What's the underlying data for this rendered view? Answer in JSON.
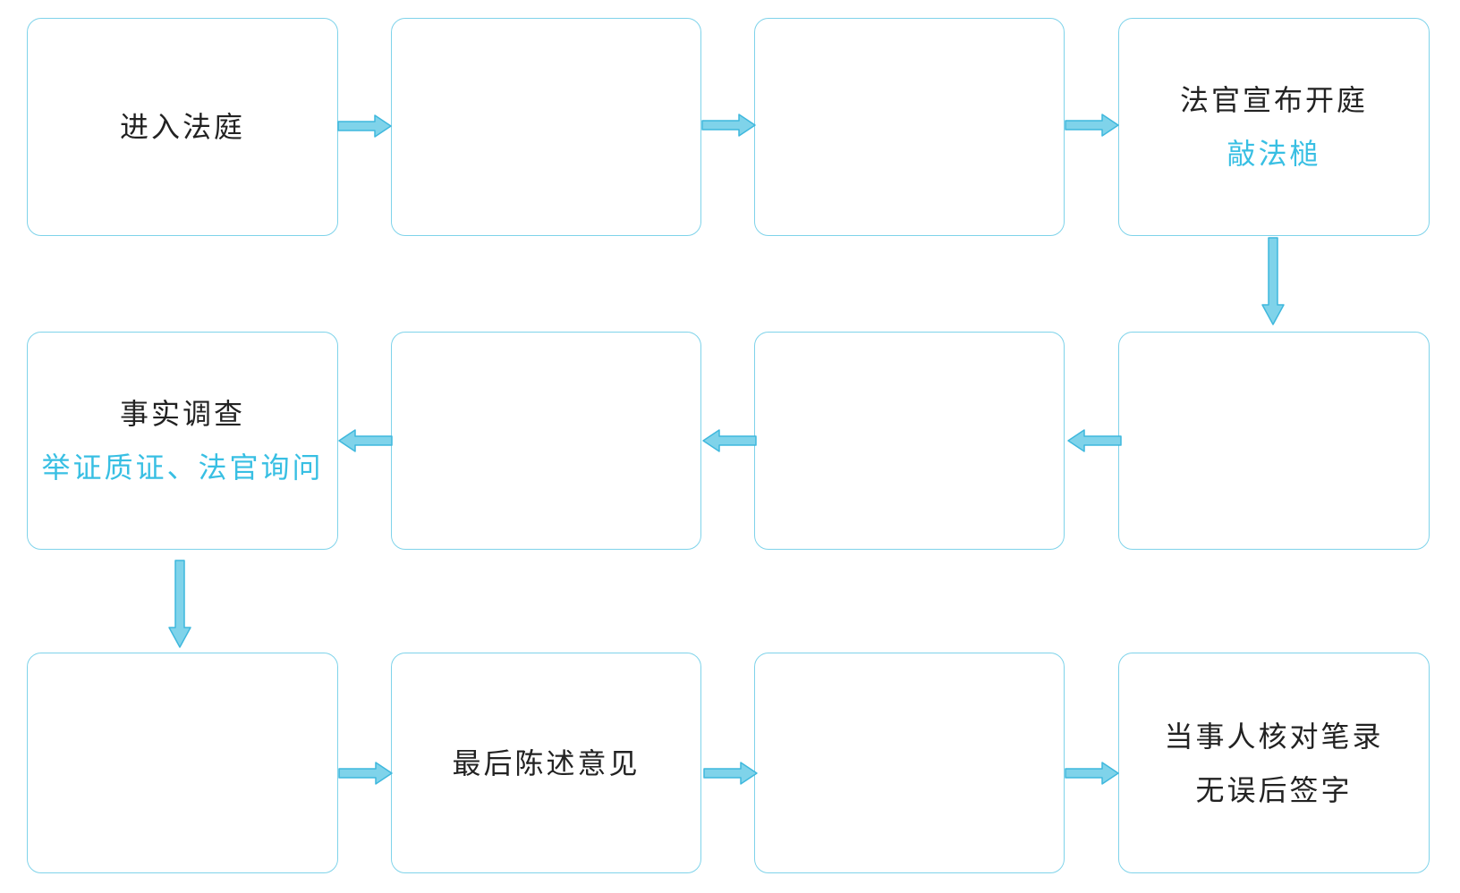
{
  "colors": {
    "box_border": "#7fd3ea",
    "arrow_fill": "#7fd3ea",
    "arrow_stroke": "#3fb8dd",
    "subtitle_text": "#38bfe3",
    "main_text": "#222222"
  },
  "steps": [
    {
      "main": "进入法庭",
      "sub": ""
    },
    {
      "main": "",
      "sub": ""
    },
    {
      "main": "",
      "sub": ""
    },
    {
      "main": "法官宣布开庭",
      "sub": "敲法槌"
    },
    {
      "main": "",
      "sub": ""
    },
    {
      "main": "",
      "sub": ""
    },
    {
      "main": "",
      "sub": ""
    },
    {
      "main": "事实调查",
      "sub": "举证质证、法官询问"
    },
    {
      "main": "",
      "sub": ""
    },
    {
      "main": "最后陈述意见",
      "sub": ""
    },
    {
      "main": "",
      "sub": ""
    },
    {
      "main": "当事人核对笔录",
      "sub": "无误后签字"
    }
  ]
}
